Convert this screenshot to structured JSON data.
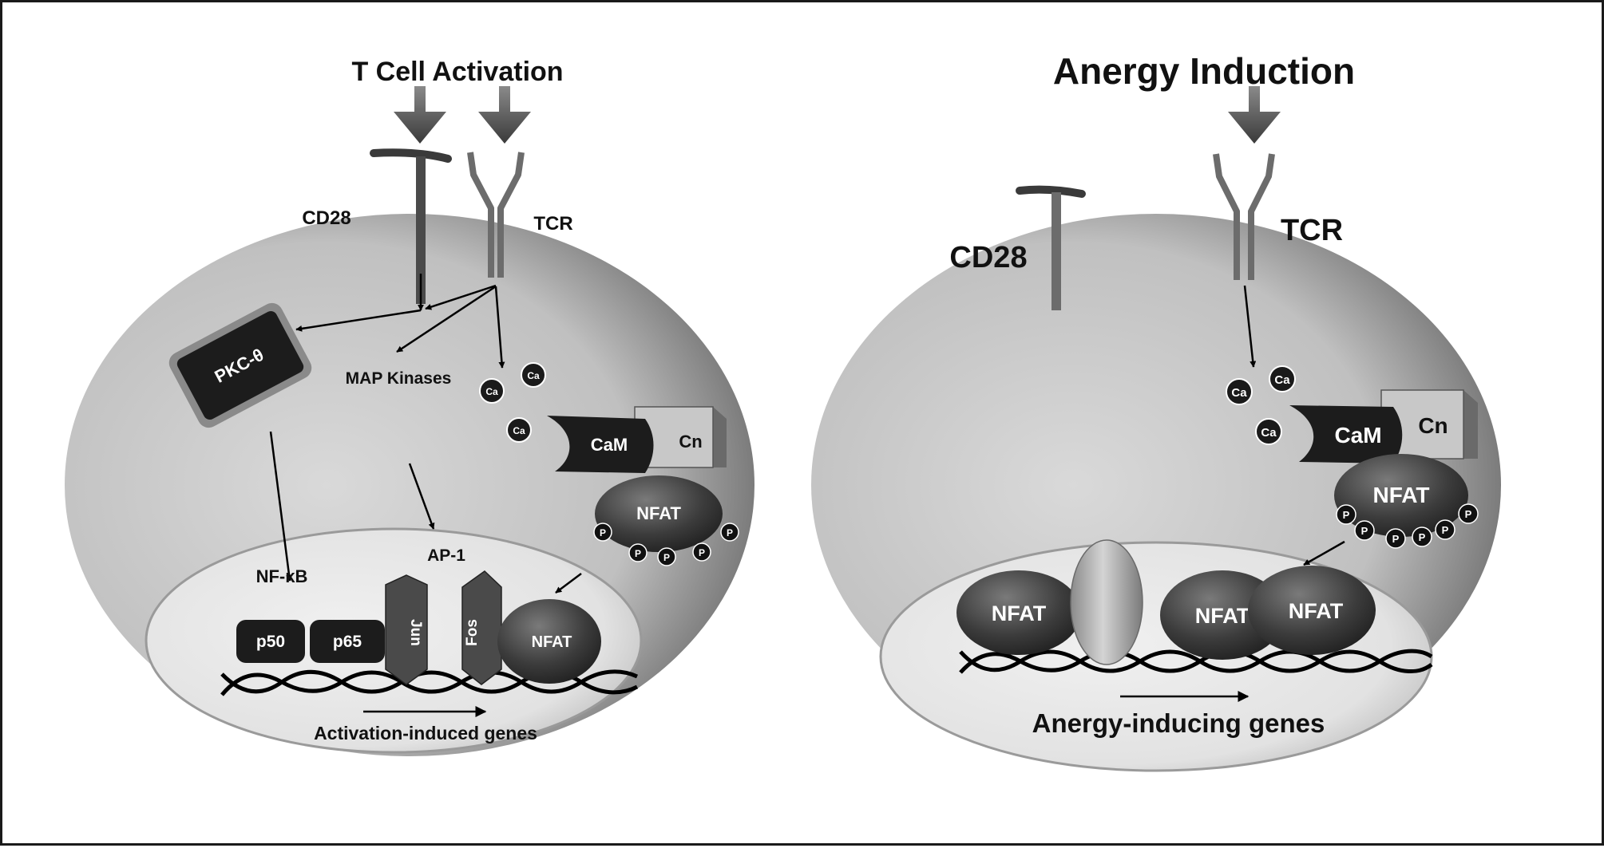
{
  "left_panel": {
    "title": "T Cell Activation",
    "receptors": {
      "cd28": "CD28",
      "tcr": "TCR"
    },
    "pkc": "PKC-θ",
    "map_kinases": "MAP Kinases",
    "calcium": [
      "Ca",
      "Ca",
      "Ca"
    ],
    "calmodulin": "CaM",
    "calcineurin": "Cn",
    "nfat_cytoplasm": "NFAT",
    "phosphate": "P",
    "nfkb": {
      "label": "NF-κB",
      "subunits": [
        "p50",
        "p65"
      ]
    },
    "ap1": {
      "label": "AP-1",
      "subunits": [
        "Jun",
        "Fos"
      ]
    },
    "nfat_nucleus": "NFAT",
    "genes": "Activation-induced genes"
  },
  "right_panel": {
    "title": "Anergy Induction",
    "receptors": {
      "cd28": "CD28",
      "tcr": "TCR"
    },
    "calcium": [
      "Ca",
      "Ca",
      "Ca"
    ],
    "calmodulin": "CaM",
    "calcineurin": "Cn",
    "nfat_cytoplasm": "NFAT",
    "phosphate": "P",
    "nfat_nucleus": [
      "NFAT",
      "NFAT",
      "NFAT"
    ],
    "genes": "Anergy-inducing genes"
  },
  "colors": {
    "cell_light": "#d9d9d9",
    "cell_dark": "#2e2e2e",
    "nucleus": "#e4e4e4",
    "protein_dark": "#1c1c1c",
    "nfat": "#3a3a3a",
    "receptor": "#6c6c6c",
    "arrow": "#000000"
  }
}
